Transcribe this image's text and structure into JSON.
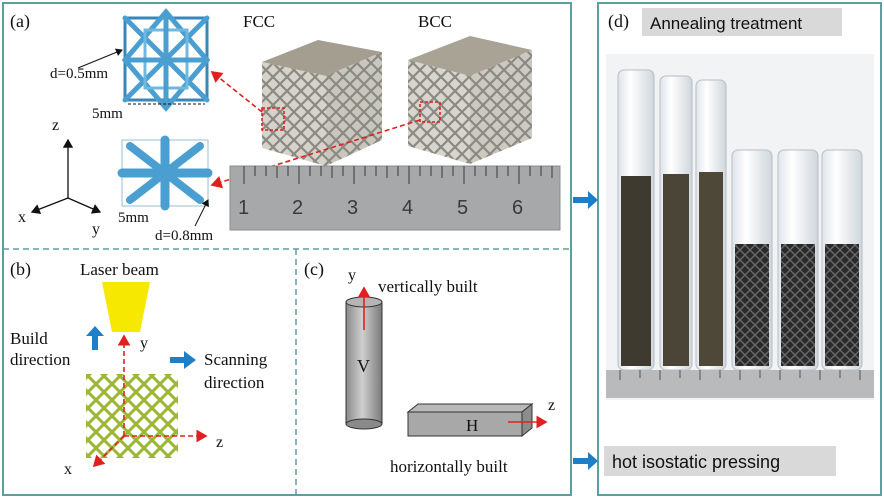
{
  "panel_a": {
    "label": "(a)",
    "fcc_label": "FCC",
    "bcc_label": "BCC",
    "fcc_strut_dim": "d=0.5mm",
    "fcc_cell_dim": "5mm",
    "bcc_cell_dim": "5mm",
    "bcc_strut_dim": "d=0.8mm",
    "axis_z": "z",
    "axis_x": "x",
    "axis_y": "y",
    "ruler_numbers": [
      "1",
      "2",
      "3",
      "4",
      "5",
      "6"
    ]
  },
  "panel_b": {
    "label": "(b)",
    "laser_beam": "Laser beam",
    "build_direction_line1": "Build",
    "build_direction_line2": "direction",
    "axis_y": "y",
    "axis_x": "x",
    "axis_z": "z",
    "scanning_line1": "Scanning",
    "scanning_line2": "direction"
  },
  "panel_c": {
    "label": "(c)",
    "axis_y": "y",
    "vertically_built": "vertically built",
    "v_label": "V",
    "h_label": "H",
    "axis_z": "z",
    "horizontally_built": "horizontally built"
  },
  "panel_d": {
    "label": "(d)",
    "annealing": "Annealing  treatment"
  },
  "hip_label": "hot isostatic pressing",
  "colors": {
    "frame": "#5f9ea0",
    "arrow_blue": "#1e7fc8",
    "laser_yellow": "#f6e800",
    "lattice_green": "#9bb833",
    "red": "#e02020",
    "label_box": "#d9d9d9"
  }
}
